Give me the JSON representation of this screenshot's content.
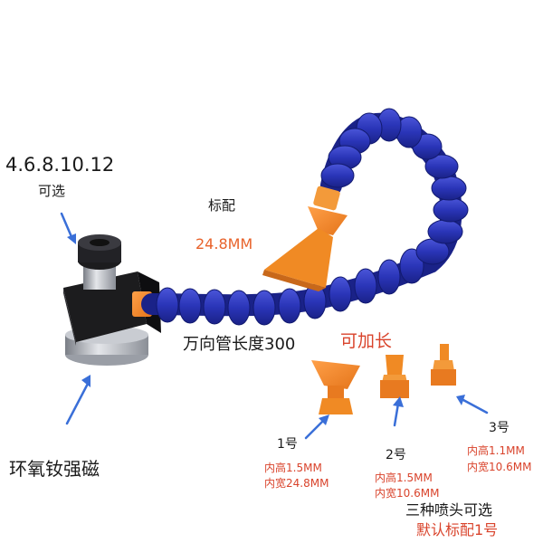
{
  "labels": {
    "sizes_line1": "4.6.8.10.12",
    "sizes_line2": "可选",
    "standard": "标配",
    "standard_size": "24.8MM",
    "pipe_length": "万向管长度300",
    "extendable": "可加长",
    "magnet": "环氧钕强磁",
    "nozzle1_title": "1号",
    "nozzle1_spec1": "内高1.5MM",
    "nozzle1_spec2": "内宽24.8MM",
    "nozzle2_title": "2号",
    "nozzle2_spec1": "内高1.5MM",
    "nozzle2_spec2": "内宽10.6MM",
    "nozzle3_title": "3号",
    "nozzle3_spec1": "内高1.1MM",
    "nozzle3_spec2": "内宽10.6MM",
    "footer1": "三种喷头可选",
    "footer2": "默认标配1号"
  },
  "colors": {
    "hose_blue": "#2a35b8",
    "nozzle_orange": "#f08a24",
    "text_black": "#1a1a1a",
    "text_orange": "#e8622a",
    "text_red": "#d9432b",
    "arrow_blue": "#3a6fd8",
    "base_black": "#1c1c1e",
    "steel": "#b8bcc4"
  }
}
